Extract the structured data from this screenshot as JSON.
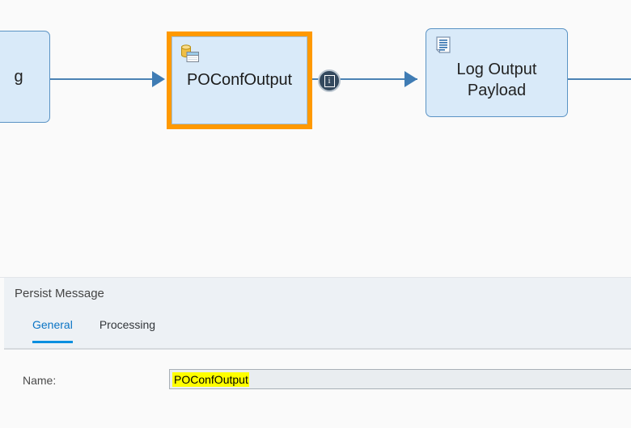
{
  "canvas": {
    "nodes": [
      {
        "id": "partial-left",
        "label": "g",
        "icon": "partial-node-icon",
        "selected": false
      },
      {
        "id": "persist-message",
        "label": "POConfOutput",
        "icon": "persist-message-icon",
        "selected": true
      },
      {
        "id": "log-output-payload",
        "label": "Log Output\nPayload",
        "icon": "log-document-icon",
        "selected": false
      }
    ],
    "badges": [
      {
        "id": "info-badge",
        "glyph": "i",
        "icon": "info-icon"
      }
    ],
    "colors": {
      "node_fill": "#d9eaf9",
      "node_border": "#5b93c4",
      "selection": "#ff9900",
      "connector": "#4b82b4",
      "badge": "#34495e",
      "canvas_bg": "#fafafa"
    }
  },
  "panel": {
    "title": "Persist Message",
    "tabs": [
      {
        "label": "General",
        "active": true
      },
      {
        "label": "Processing",
        "active": false
      }
    ],
    "fields": [
      {
        "label": "Name:",
        "value": "POConfOutput",
        "placeholder": "",
        "highlight_color": "#ffff00"
      }
    ]
  }
}
